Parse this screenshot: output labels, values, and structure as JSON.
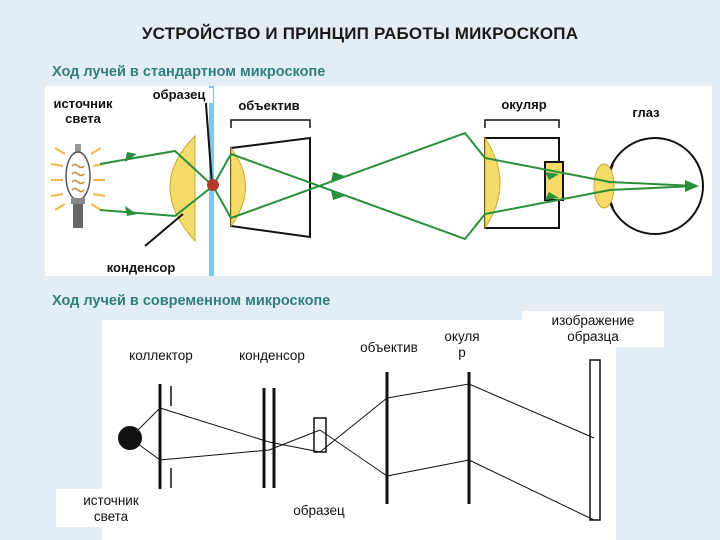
{
  "title": "УСТРОЙСТВО И ПРИНЦИП РАБОТЫ МИКРОСКОПА",
  "section1": {
    "heading": "Ход лучей в стандартном микроскопе",
    "labels": {
      "source_line1": "источник",
      "source_line2": "света",
      "specimen": "образец",
      "objective": "объектив",
      "eyepiece": "окуляр",
      "eye": "глаз",
      "condenser": "конденсор"
    }
  },
  "section2": {
    "heading": "Ход лучей в современном микроскопе",
    "labels": {
      "collector": "коллектор",
      "condenser": "конденсор",
      "objective": "объектив",
      "eyepiece_line1": "окуля",
      "eyepiece_line2": "р",
      "image_line1": "изображение",
      "image_line2": "образца",
      "source_line1": "источник",
      "source_line2": "света",
      "specimen": "образец"
    }
  },
  "colors": {
    "background": "#e3edf5",
    "heading": "#2f7f7a",
    "ray": "#2a8f3a",
    "lens": "#f5dc6a",
    "slide": "#7ec8ea"
  }
}
